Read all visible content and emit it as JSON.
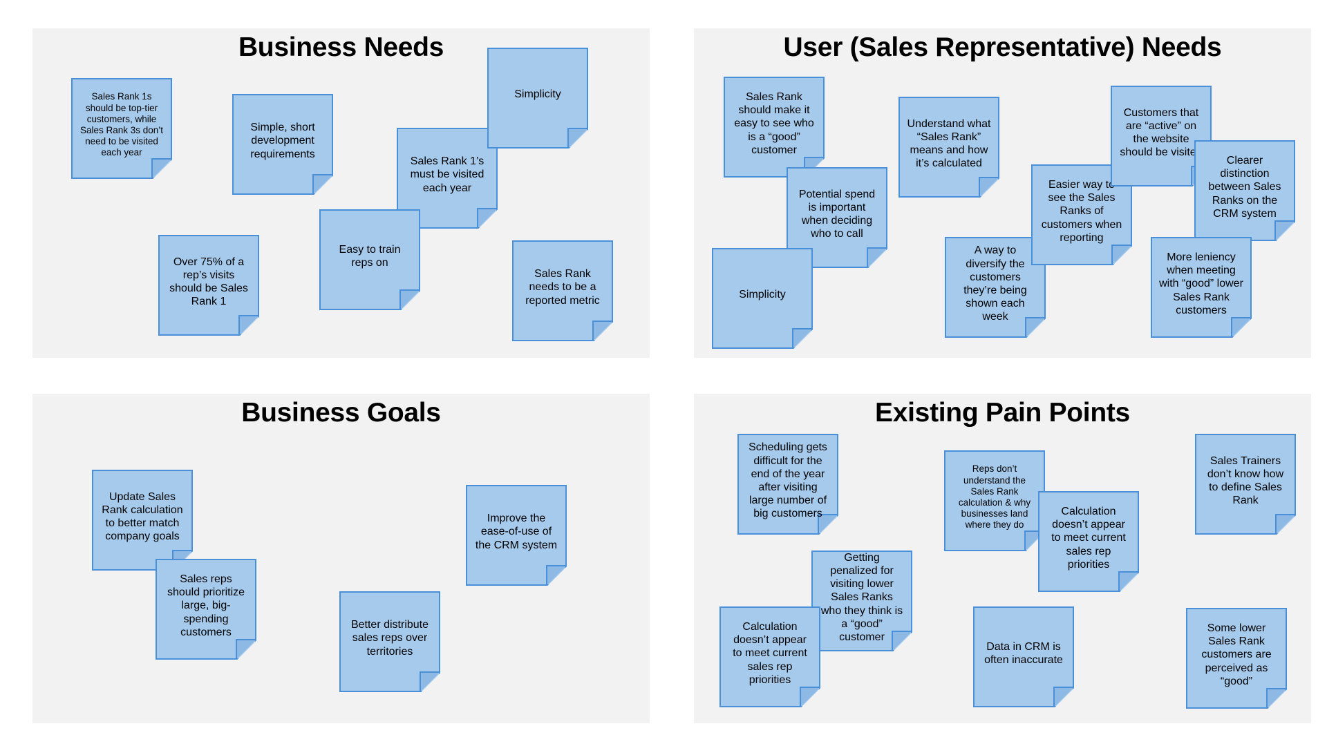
{
  "quadrants": {
    "business_needs": {
      "title": "Business Needs",
      "notes": [
        "Sales Rank 1s should be top-tier customers, while Sales Rank 3s don’t need to be visited each year",
        "Simple, short development requirements",
        "Sales Rank 1’s must be visited each year",
        "Simplicity",
        "Over 75% of a rep’s visits should be Sales Rank 1",
        "Easy to train reps on",
        "Sales Rank needs to be a reported metric"
      ]
    },
    "user_needs": {
      "title": "User (Sales Representative) Needs",
      "notes": [
        "Sales Rank should make it easy to see who is a “good” customer",
        "Potential spend is important when deciding who to call",
        "Simplicity",
        "Understand what “Sales Rank” means and how it’s calculated",
        "A way to diversify the customers they’re being shown each week",
        "Easier way to see the Sales Ranks of customers when reporting",
        "Customers that are “active” on the website should be visited",
        "Clearer distinction between Sales Ranks on the CRM system",
        "More leniency when meeting with “good” lower Sales Rank customers"
      ]
    },
    "business_goals": {
      "title": "Business Goals",
      "notes": [
        "Update Sales Rank calculation to better match company goals",
        "Sales reps should prioritize large, big-spending customers",
        "Better distribute sales reps over territories",
        "Improve the ease-of-use of the CRM system"
      ]
    },
    "pain_points": {
      "title": "Existing Pain Points",
      "notes": [
        "Scheduling gets difficult for the end of the year after visiting large number of big customers",
        "Getting penalized for visiting lower Sales Ranks who they think is a “good” customer",
        "Calculation doesn’t appear to meet current sales rep priorities",
        "Reps don’t understand the Sales Rank calculation & why businesses land where they do",
        "Calculation doesn’t appear to meet current sales rep priorities",
        "Data in CRM is often inaccurate",
        "Sales Trainers don’t know how to define Sales Rank",
        "Some lower Sales Rank customers are perceived as “good”"
      ]
    }
  },
  "colors": {
    "panel_background": "#f2f2f2",
    "note_fill": "#a6caec",
    "note_border": "#4a90d9"
  }
}
